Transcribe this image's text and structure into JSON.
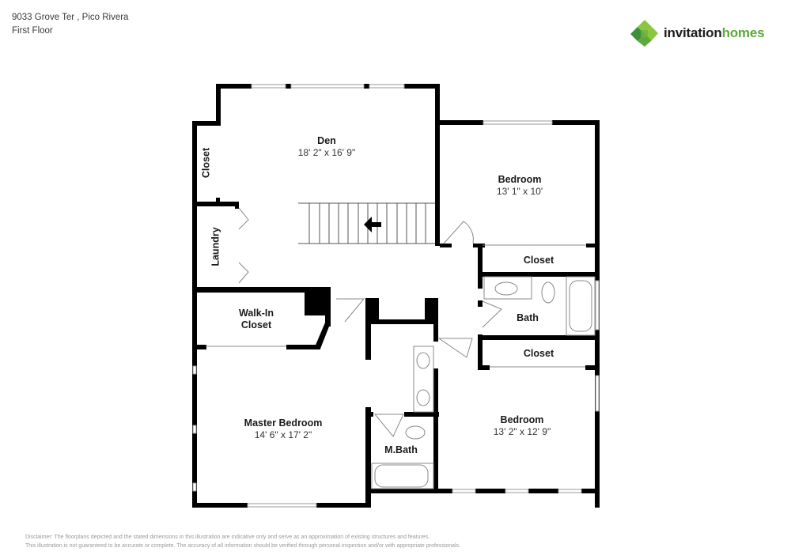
{
  "header": {
    "address": "9033 Grove Ter , Pico Rivera",
    "floor": "First Floor"
  },
  "brand": {
    "name_part1": "invitation",
    "name_part2": "homes",
    "colors": {
      "dark_green": "#3f8f3a",
      "light_green": "#8cc63f",
      "text_dark": "#1f1f1f",
      "text_green": "#5ea93a"
    },
    "icon": "interlocking-diamonds-logo-icon"
  },
  "rooms": [
    {
      "id": "den",
      "name": "Den",
      "dims": "18' 2\" x 16' 9\""
    },
    {
      "id": "bedroom-1",
      "name": "Bedroom",
      "dims": "13' 1\" x 10'"
    },
    {
      "id": "closet-bedroom-1",
      "name": "Closet"
    },
    {
      "id": "bath",
      "name": "Bath"
    },
    {
      "id": "closet-bedroom-2",
      "name": "Closet"
    },
    {
      "id": "bedroom-2",
      "name": "Bedroom",
      "dims": "13' 2\" x 12' 9\""
    },
    {
      "id": "master-bedroom",
      "name": "Master Bedroom",
      "dims": "14' 6\" x 17' 2\""
    },
    {
      "id": "walk-in-closet",
      "name": "Walk-In Closet",
      "line1": "Walk-In",
      "line2": "Closet"
    },
    {
      "id": "master-bath",
      "name": "M.Bath"
    },
    {
      "id": "den-closet",
      "name": "Closet"
    },
    {
      "id": "laundry",
      "name": "Laundry"
    }
  ],
  "disclaimer": {
    "line1": "Disclaimer: The floorplans depicted and the stated dimensions in this illustration are indicative only and serve as an approximation of existing structures and features.",
    "line2": "This illustration is not guaranteed to be accurate or complete. The accuracy of all information should be verified through personal inspection and/or with appropriate professionals."
  }
}
